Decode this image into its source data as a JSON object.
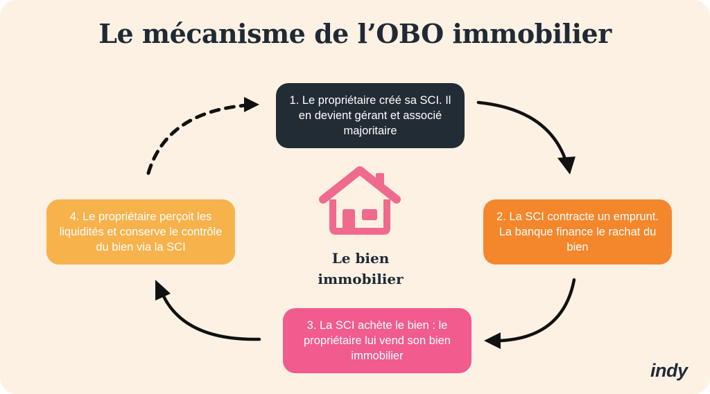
{
  "title": "Le mécanisme de l’OBO immobilier",
  "steps": [
    {
      "text": "1.       Le propriétaire créé sa SCI. Il en devient gérant et associé majoritaire",
      "color": "#222c34"
    },
    {
      "text": "2.       La SCI contracte un emprunt. La banque finance le rachat du bien",
      "color": "#f4862c"
    },
    {
      "text": "3.   La SCI achète le bien : le propriétaire lui vend son bien immobilier",
      "color": "#f15b8e"
    },
    {
      "text": "4. Le propriétaire perçoit les liquidités et conserve le contrôle du bien via la SCI",
      "color": "#f7b24c"
    }
  ],
  "center": {
    "icon": "house-icon",
    "label_line1": "Le bien",
    "label_line2": "immobilier"
  },
  "brand": "indy",
  "colors": {
    "background": "#fdf1e3",
    "dark": "#1f2a35",
    "house": "#f06a8e"
  }
}
